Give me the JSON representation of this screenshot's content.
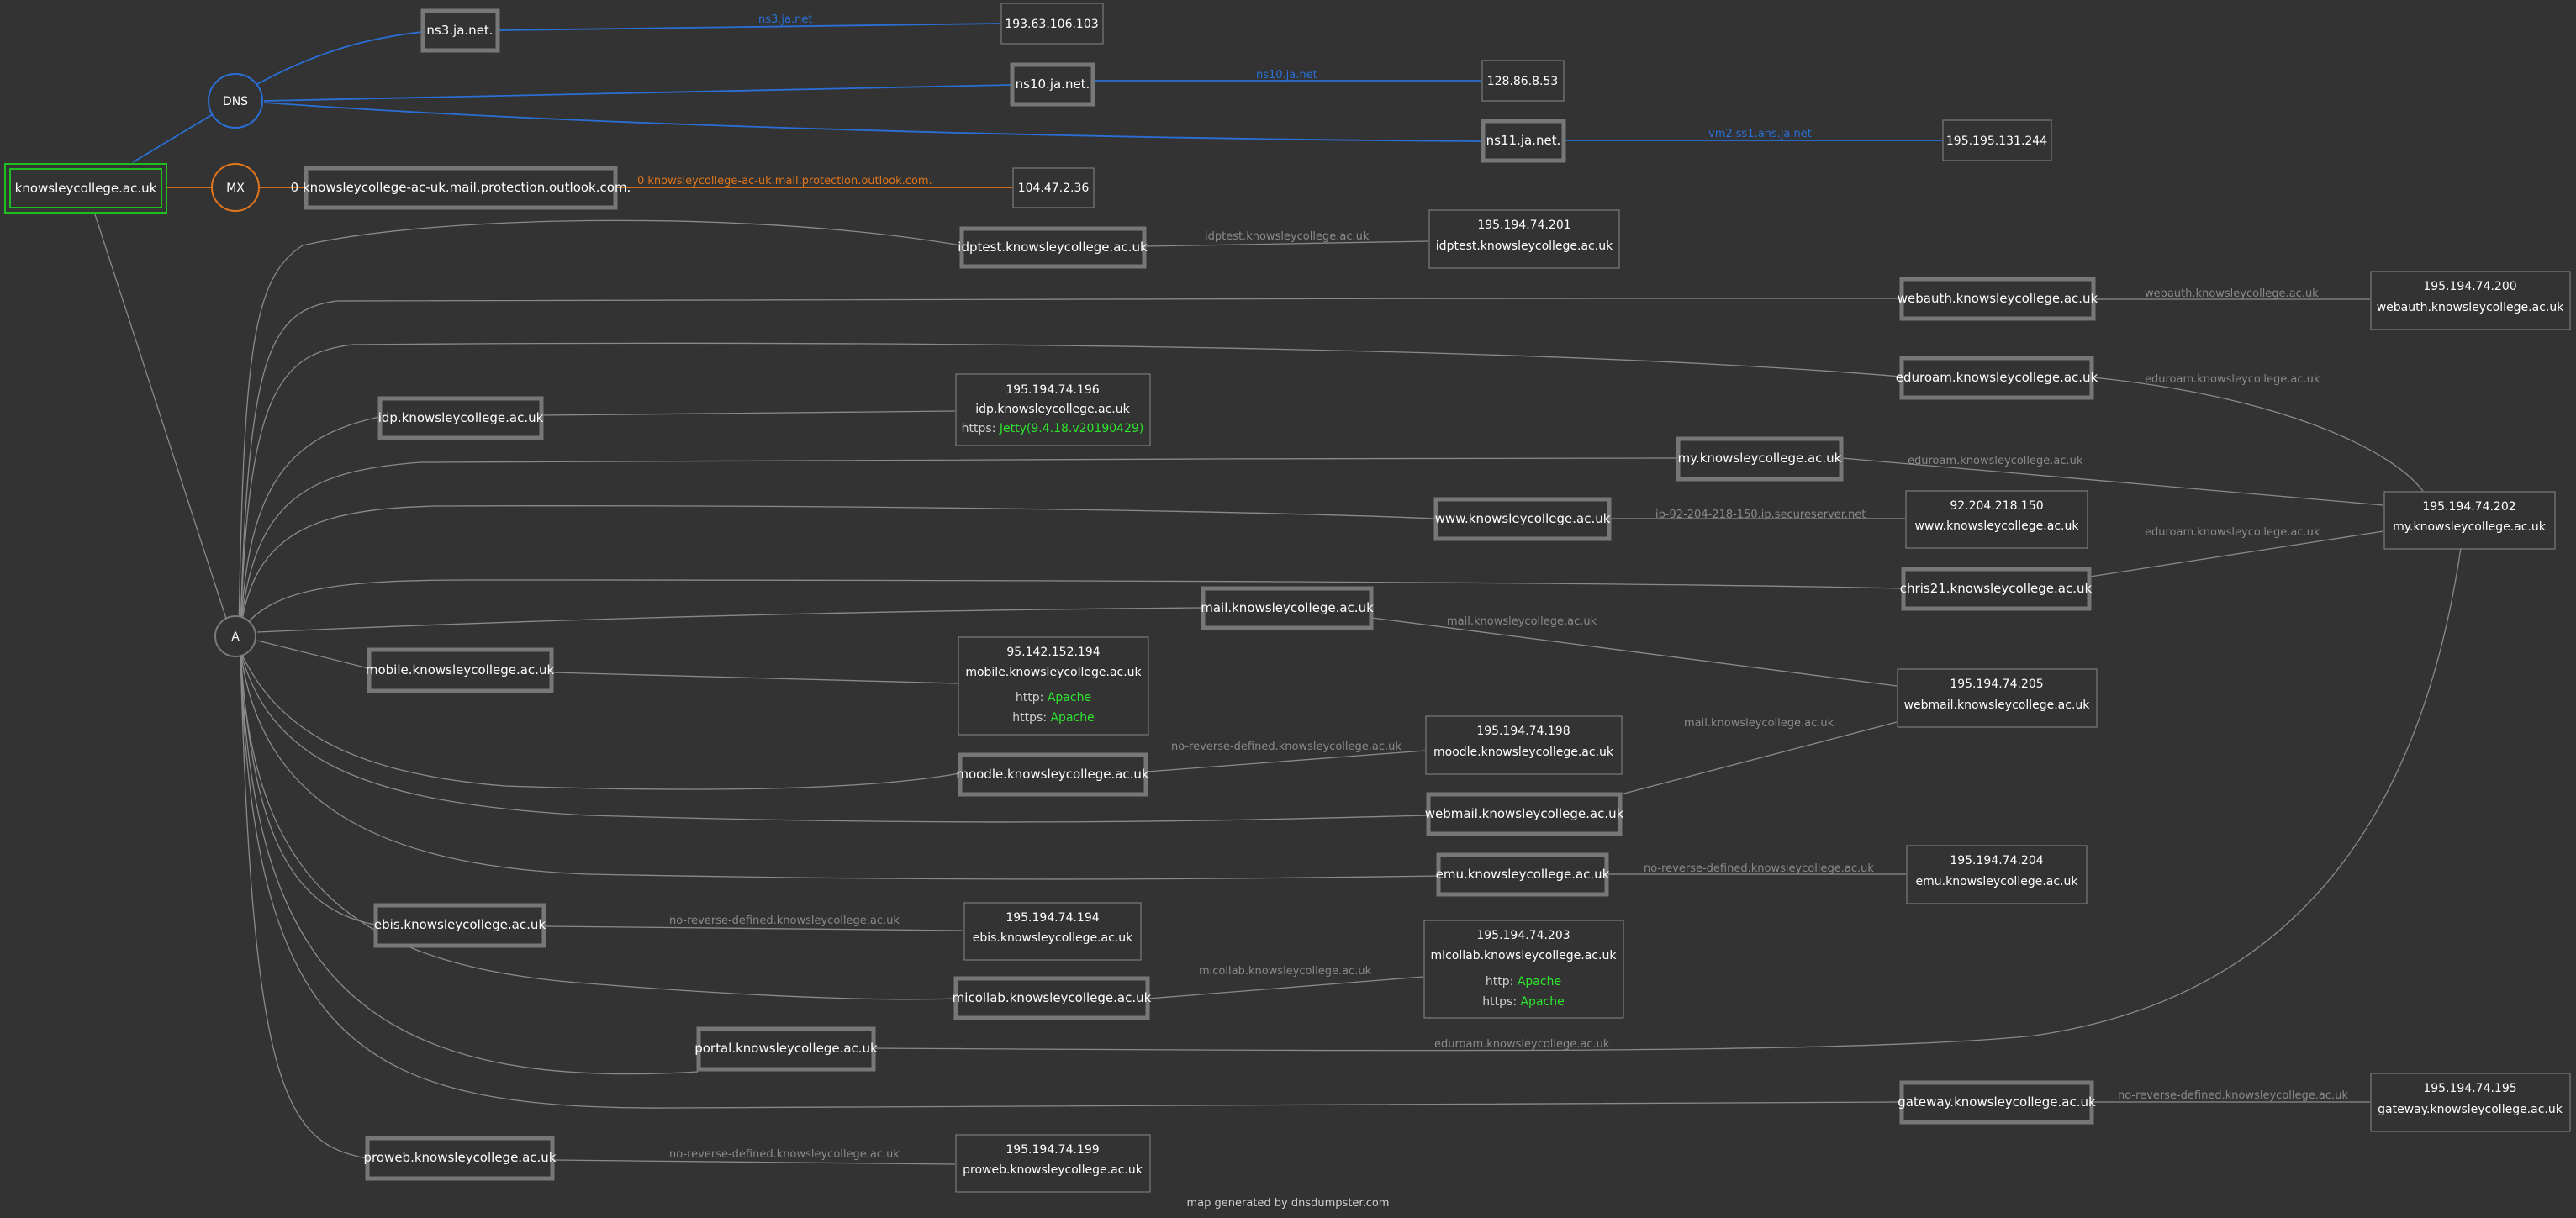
{
  "domain": "knowsleycollege.ac.uk",
  "hubs": {
    "dns": "DNS",
    "mx": "MX",
    "a": "A"
  },
  "ns_records": [
    {
      "host": "ns3.ja.net.",
      "ptr": "ns3.ja.net",
      "ip": "193.63.106.103"
    },
    {
      "host": "ns10.ja.net.",
      "ptr": "ns10.ja.net",
      "ip": "128.86.8.53"
    },
    {
      "host": "ns11.ja.net.",
      "ptr": "vm2.ss1.ans.ja.net",
      "ip": "195.195.131.244"
    }
  ],
  "mx_records": [
    {
      "host": "0 knowsleycollege-ac-uk.mail.protection.outlook.com.",
      "ptr": "0 knowsleycollege-ac-uk.mail.protection.outlook.com.",
      "ip": "104.47.2.36"
    }
  ],
  "a_hosts": [
    "idptest.knowsleycollege.ac.uk",
    "webauth.knowsleycollege.ac.uk",
    "eduroam.knowsleycollege.ac.uk",
    "idp.knowsleycollege.ac.uk",
    "my.knowsleycollege.ac.uk",
    "www.knowsleycollege.ac.uk",
    "chris21.knowsleycollege.ac.uk",
    "mail.knowsleycollege.ac.uk",
    "mobile.knowsleycollege.ac.uk",
    "moodle.knowsleycollege.ac.uk",
    "webmail.knowsleycollege.ac.uk",
    "emu.knowsleycollege.ac.uk",
    "ebis.knowsleycollege.ac.uk",
    "micollab.knowsleycollege.ac.uk",
    "portal.knowsleycollege.ac.uk",
    "gateway.knowsleycollege.ac.uk",
    "proweb.knowsleycollege.ac.uk"
  ],
  "ip_boxes": [
    {
      "ip": "195.194.74.201",
      "name": "idptest.knowsleycollege.ac.uk",
      "services": []
    },
    {
      "ip": "195.194.74.200",
      "name": "webauth.knowsleycollege.ac.uk",
      "services": []
    },
    {
      "ip": "195.194.74.196",
      "name": "idp.knowsleycollege.ac.uk",
      "services": [
        {
          "proto": "https:",
          "server": "Jetty(9.4.18.v20190429)"
        }
      ]
    },
    {
      "ip": "195.194.74.202",
      "name": "my.knowsleycollege.ac.uk",
      "services": []
    },
    {
      "ip": "92.204.218.150",
      "name": "www.knowsleycollege.ac.uk",
      "services": []
    },
    {
      "ip": "195.194.74.205",
      "name": "webmail.knowsleycollege.ac.uk",
      "services": []
    },
    {
      "ip": "95.142.152.194",
      "name": "mobile.knowsleycollege.ac.uk",
      "services": [
        {
          "proto": "http:",
          "server": "Apache"
        },
        {
          "proto": "https:",
          "server": "Apache"
        }
      ]
    },
    {
      "ip": "195.194.74.198",
      "name": "moodle.knowsleycollege.ac.uk",
      "services": []
    },
    {
      "ip": "195.194.74.204",
      "name": "emu.knowsleycollege.ac.uk",
      "services": []
    },
    {
      "ip": "195.194.74.194",
      "name": "ebis.knowsleycollege.ac.uk",
      "services": []
    },
    {
      "ip": "195.194.74.203",
      "name": "micollab.knowsleycollege.ac.uk",
      "services": [
        {
          "proto": "http:",
          "server": "Apache"
        },
        {
          "proto": "https:",
          "server": "Apache"
        }
      ]
    },
    {
      "ip": "195.194.74.195",
      "name": "gateway.knowsleycollege.ac.uk",
      "services": []
    },
    {
      "ip": "195.194.74.199",
      "name": "proweb.knowsleycollege.ac.uk",
      "services": []
    }
  ],
  "ptr_labels": [
    "idptest.knowsleycollege.ac.uk",
    "webauth.knowsleycollege.ac.uk",
    "eduroam.knowsleycollege.ac.uk",
    "eduroam.knowsleycollege.ac.uk",
    "ip-92-204-218-150.ip.secureserver.net",
    "eduroam.knowsleycollege.ac.uk",
    "mail.knowsleycollege.ac.uk",
    "no-reverse-defined.knowsleycollege.ac.uk",
    "mail.knowsleycollege.ac.uk",
    "no-reverse-defined.knowsleycollege.ac.uk",
    "no-reverse-defined.knowsleycollege.ac.uk",
    "micollab.knowsleycollege.ac.uk",
    "eduroam.knowsleycollege.ac.uk",
    "no-reverse-defined.knowsleycollege.ac.uk",
    "no-reverse-defined.knowsleycollege.ac.uk"
  ],
  "footer": "map generated by dnsdumpster.com",
  "colors": {
    "background": "#333333",
    "dns": "#2a6fd6",
    "mx": "#e0761c",
    "a_edge": "#8a8a8a",
    "domain_border": "#1fbf1f",
    "host_border": "#7a7a7a",
    "server_text": "#2ee62e"
  }
}
